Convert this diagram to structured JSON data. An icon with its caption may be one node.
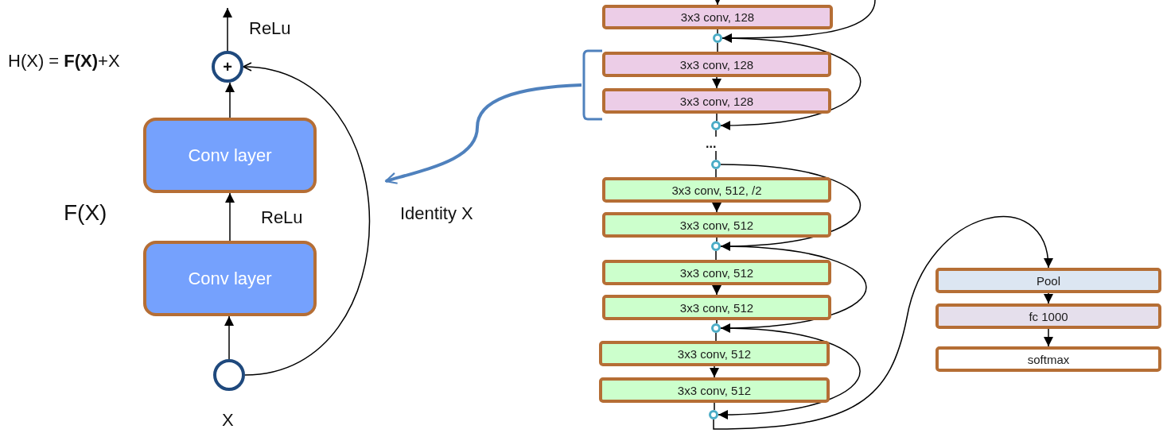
{
  "diagram": {
    "nodes": [
      {
        "text": [
          "+"
        ]
      },
      {
        "text": [
          "Conv layer"
        ]
      },
      {
        "text": [
          "Conv layer"
        ]
      },
      {
        "text": [],
        "shape": "circle",
        "beside": [
          "X"
        ]
      },
      {
        "text": [
          "3x3 conv, 128"
        ]
      },
      {
        "text": [],
        "shape": "circle"
      },
      {
        "text": [],
        "shape": "bracket"
      },
      {
        "text": [
          "3x3 conv, 128"
        ]
      },
      {
        "text": [
          "3x3 conv, 128"
        ]
      },
      {
        "text": [],
        "shape": "circle"
      },
      {
        "text": [],
        "shape": "circle"
      },
      {
        "text": [
          "3x3 conv, 512, /2"
        ]
      },
      {
        "text": [
          "3x3 conv, 512"
        ]
      },
      {
        "text": [],
        "shape": "circle"
      },
      {
        "text": [
          "3x3 conv, 512"
        ]
      },
      {
        "text": [
          "3x3 conv, 512"
        ]
      },
      {
        "text": [],
        "shape": "circle"
      },
      {
        "text": [
          "3x3 conv, 512"
        ]
      },
      {
        "text": [
          "3x3 conv, 512"
        ]
      },
      {
        "text": [],
        "shape": "circle"
      },
      {
        "text": [
          "Pool"
        ]
      },
      {
        "text": [
          "fc 1000"
        ]
      },
      {
        "text": [
          "softmax"
        ]
      }
    ],
    "edges": [
      {
        "from": 3,
        "to": 2,
        "arrow": "to"
      },
      {
        "from": 2,
        "to": 1,
        "arrow": "to",
        "label": "ReLu"
      },
      {
        "from": 1,
        "to": 0,
        "arrow": "to"
      },
      {
        "from": 0,
        "to": null,
        "arrow": "to",
        "label": "ReLu"
      },
      {
        "from": 3,
        "to": 0,
        "arrow": "to"
      },
      {
        "from": 6,
        "to": null,
        "arrow": "to",
        "style": "thick",
        "color": "#4f81bd"
      },
      {
        "from": null,
        "to": 4,
        "arrow": "to"
      },
      {
        "from": null,
        "to": 5,
        "arrow": "to"
      },
      {
        "from": 4,
        "to": 5,
        "arrow": "none"
      },
      {
        "from": 5,
        "to": 7,
        "arrow": "none"
      },
      {
        "from": 7,
        "to": 8,
        "arrow": "to"
      },
      {
        "from": 8,
        "to": 9,
        "arrow": "none"
      },
      {
        "from": 5,
        "to": 9,
        "arrow": "to"
      },
      {
        "from": 9,
        "to": 10,
        "arrow": "none",
        "label": "..."
      },
      {
        "from": 10,
        "to": 11,
        "arrow": "none"
      },
      {
        "from": 11,
        "to": 12,
        "arrow": "to"
      },
      {
        "from": 12,
        "to": 13,
        "arrow": "none"
      },
      {
        "from": 10,
        "to": 13,
        "arrow": "to"
      },
      {
        "from": 13,
        "to": 14,
        "arrow": "none"
      },
      {
        "from": 14,
        "to": 15,
        "arrow": "to"
      },
      {
        "from": 15,
        "to": 16,
        "arrow": "none"
      },
      {
        "from": 13,
        "to": 16,
        "arrow": "to"
      },
      {
        "from": 16,
        "to": 17,
        "arrow": "none"
      },
      {
        "from": 17,
        "to": 18,
        "arrow": "to"
      },
      {
        "from": 18,
        "to": 19,
        "arrow": "none"
      },
      {
        "from": 16,
        "to": 19,
        "arrow": "to"
      },
      {
        "from": 19,
        "to": 20,
        "arrow": "to"
      },
      {
        "from": 20,
        "to": 21,
        "arrow": "to"
      },
      {
        "from": 21,
        "to": 22,
        "arrow": "to"
      }
    ],
    "labels": [
      "H(X) = **F(X)**+X",
      "F(X)",
      "Identity X"
    ]
  }
}
